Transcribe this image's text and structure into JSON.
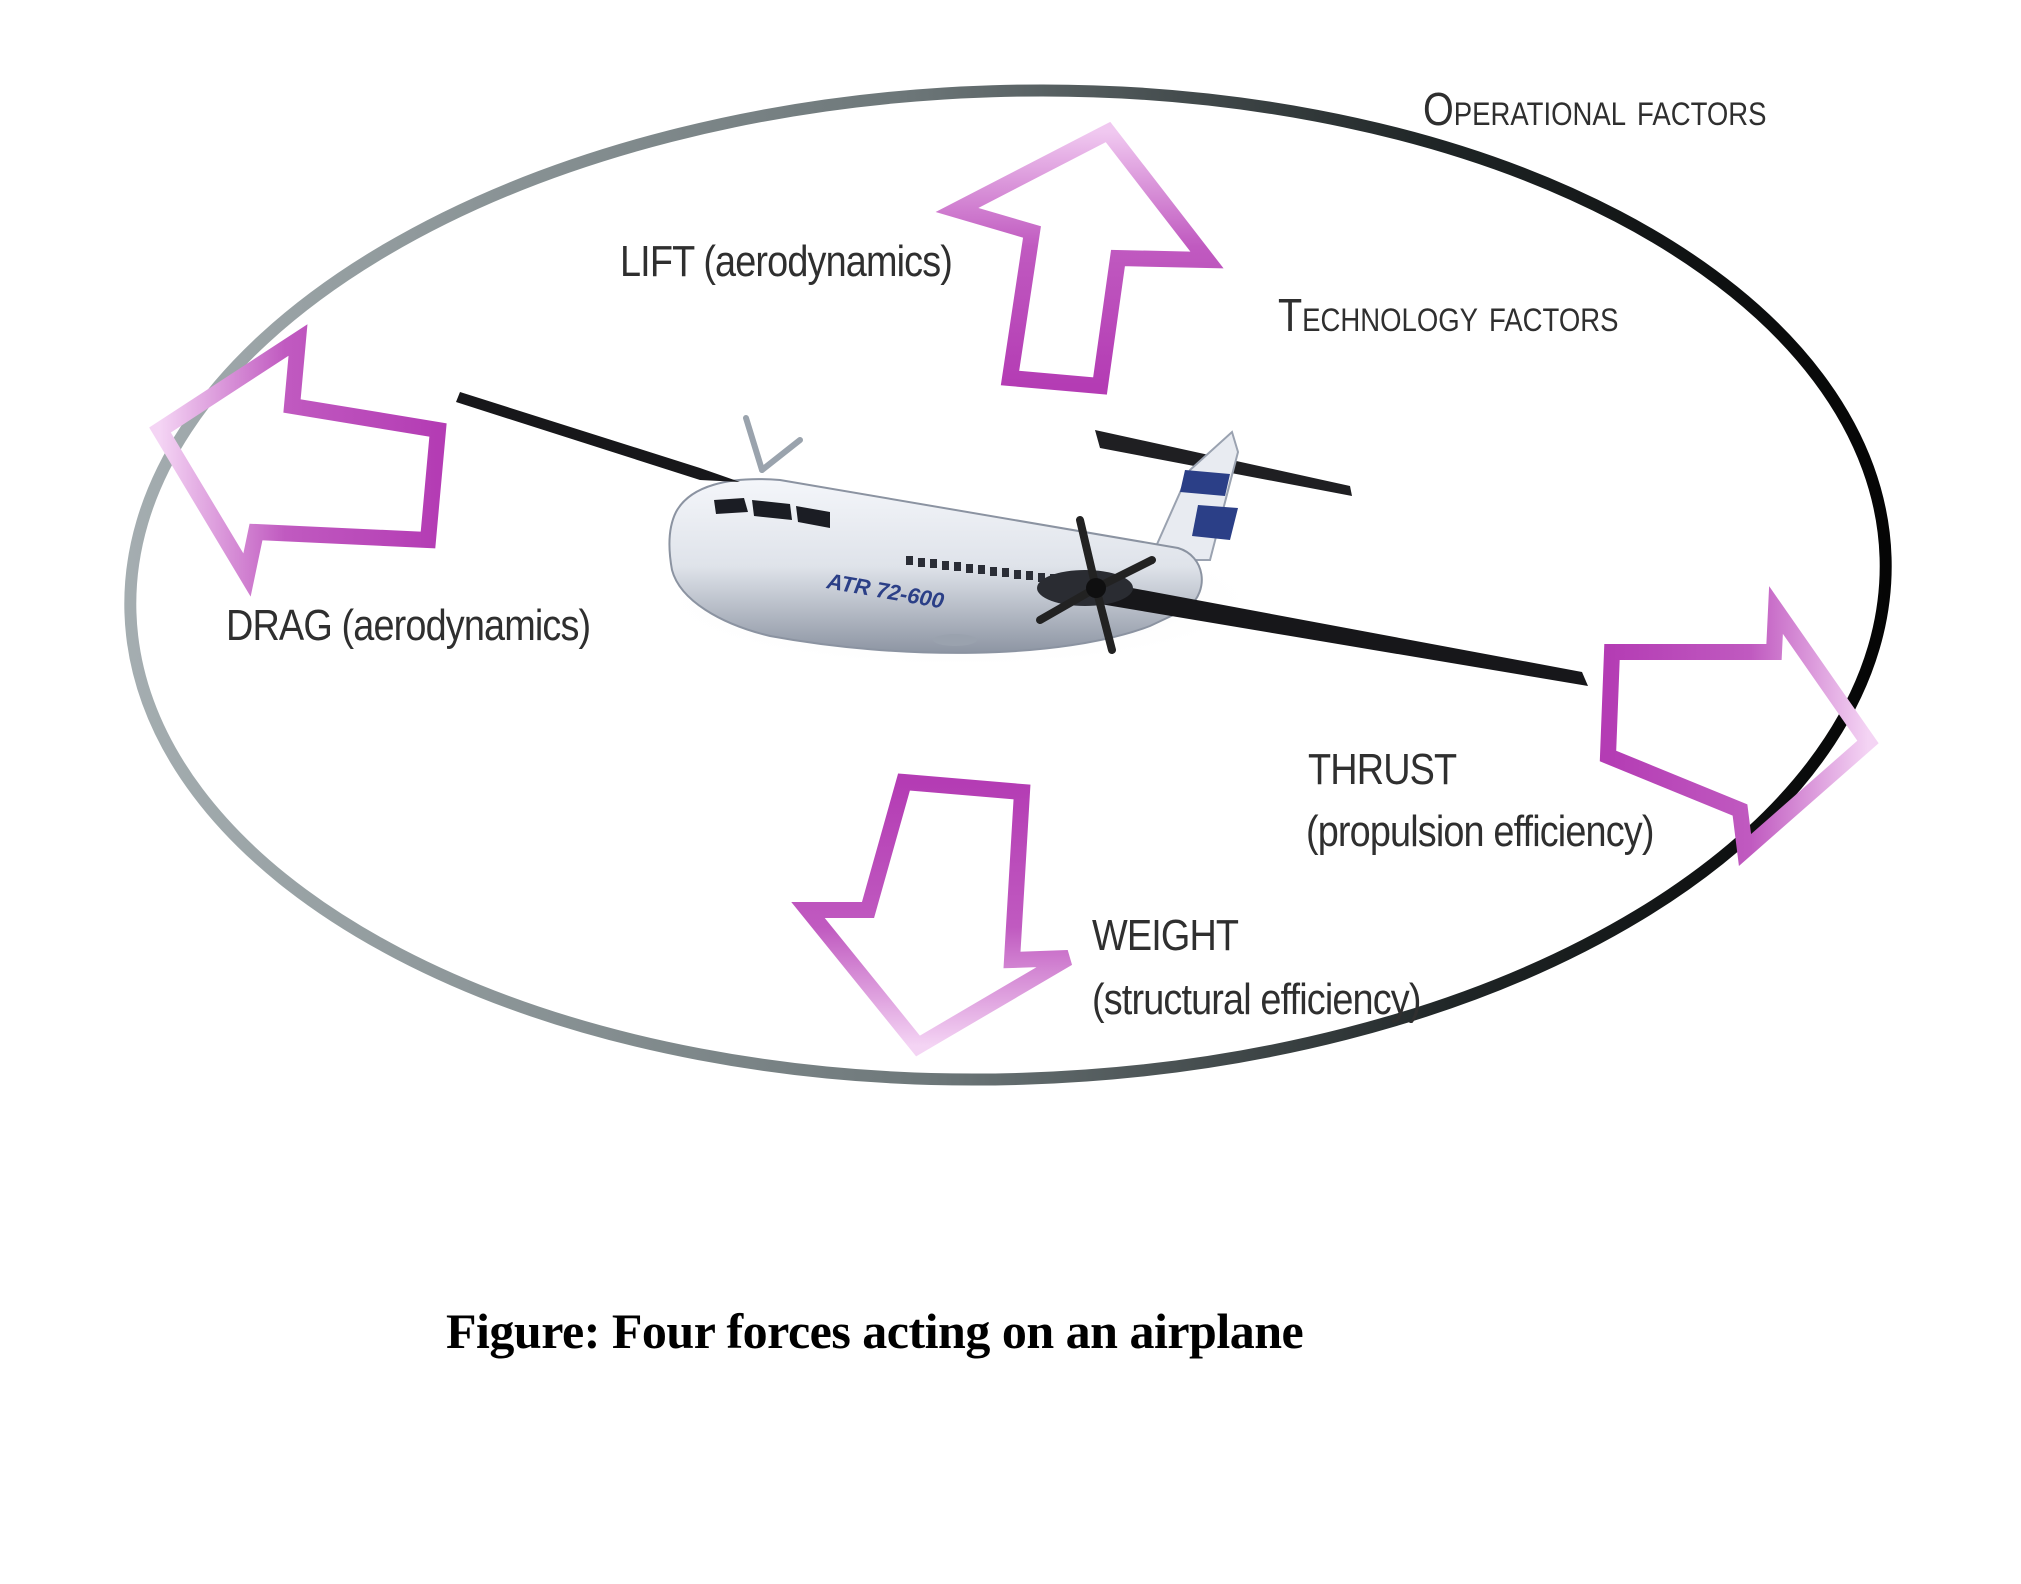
{
  "diagram": {
    "operational_label": "Operational factors",
    "technology_label": "Technology factors",
    "forces": {
      "lift": {
        "title": "LIFT (aerodynamics)"
      },
      "drag": {
        "title": "DRAG (aerodynamics)"
      },
      "thrust": {
        "title": "THRUST",
        "subtitle": "(propulsion efficiency)"
      },
      "weight": {
        "title": "WEIGHT",
        "subtitle": "(structural efficiency)"
      }
    },
    "airplane_livery": "ATR 72-600",
    "colors": {
      "arrow": "#b43cb4",
      "ellipse_left": "#9aa4a6",
      "ellipse_right": "#0b0b0b",
      "text": "#2f2f2f"
    }
  },
  "caption": "Figure: Four forces acting on an airplane"
}
